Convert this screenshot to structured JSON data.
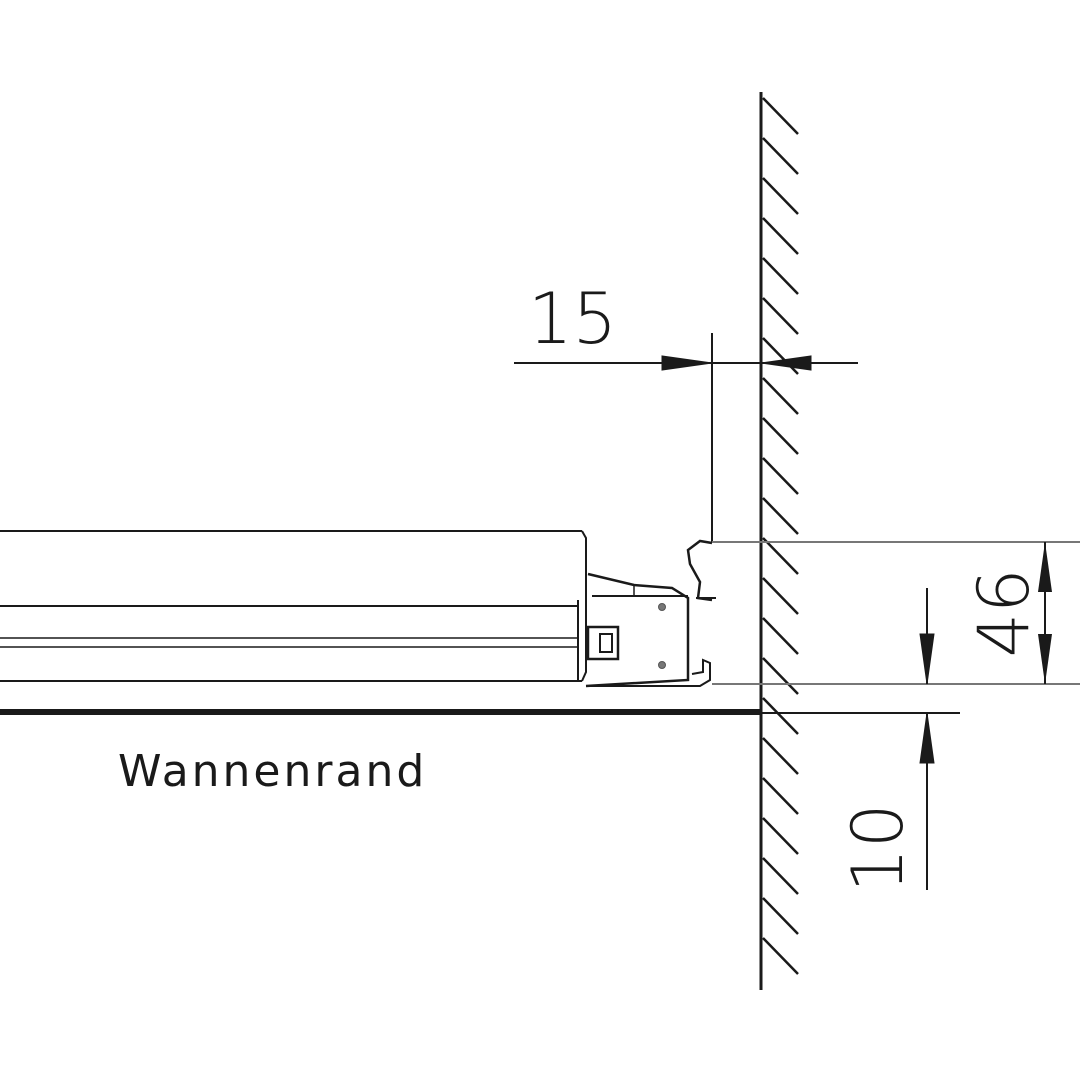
{
  "diagram": {
    "dimensions": {
      "gap_to_wall": "15",
      "profile_height": "46",
      "offset_above_rim": "10"
    },
    "labels": {
      "rim": "Wannenrand"
    },
    "colors": {
      "line": "#1a1a1a",
      "light_line": "#555555",
      "background": "#ffffff"
    }
  }
}
